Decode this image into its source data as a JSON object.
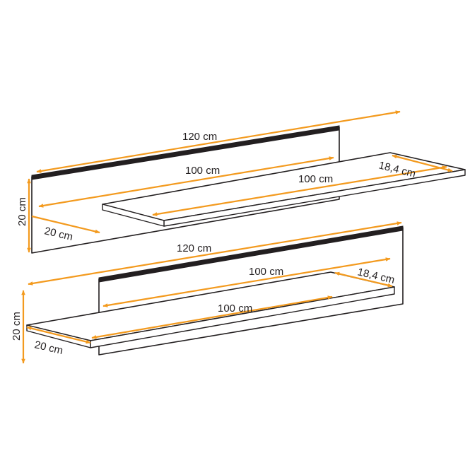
{
  "colors": {
    "dimension": "#f39a1e",
    "outline": "#231f20",
    "background": "#ffffff"
  },
  "top_shelf": {
    "width_label": "120 cm",
    "inner_width_label": "100 cm",
    "board_width_label": "100 cm",
    "board_depth_label": "18,4 cm",
    "height_label": "20 cm",
    "depth_label": "20 cm"
  },
  "bottom_shelf": {
    "width_label": "120 cm",
    "inner_width_label": "100 cm",
    "board_width_label": "100 cm",
    "board_depth_label": "18,4 cm",
    "height_label": "20 cm",
    "depth_label": "20 cm"
  }
}
